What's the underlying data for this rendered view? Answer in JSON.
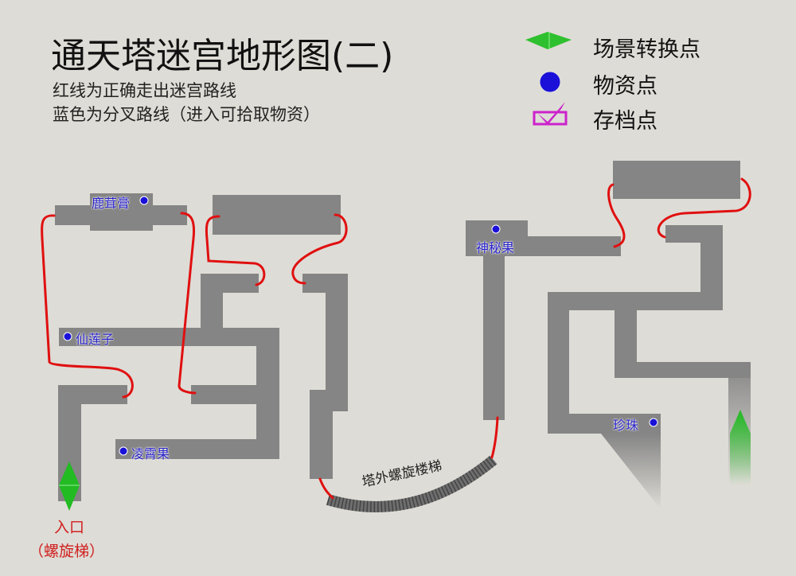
{
  "title": "通天塔迷宫地形图(二)",
  "subtitle": [
    "红线为正确走出迷宫路线",
    "蓝色为分叉路线（进入可拾取物资）"
  ],
  "legend": [
    {
      "icon": "green-diamond-icon",
      "label": "场景转换点"
    },
    {
      "icon": "blue-dot-icon",
      "label": "物资点"
    },
    {
      "icon": "save-check-icon",
      "label": "存档点"
    }
  ],
  "items": [
    "鹿茸膏",
    "仙莲子",
    "凌霄果",
    "神秘果",
    "珍珠"
  ],
  "stairs_label": "塔外螺旋楼梯",
  "entrance": {
    "label": "入口",
    "sub": "（螺旋梯）"
  },
  "colors": {
    "wall": "#858585",
    "route": "#e01010",
    "item": "#1a10d8",
    "portal": "#22bb22",
    "save": "#cc22cc",
    "bg": "#dedcd6"
  }
}
